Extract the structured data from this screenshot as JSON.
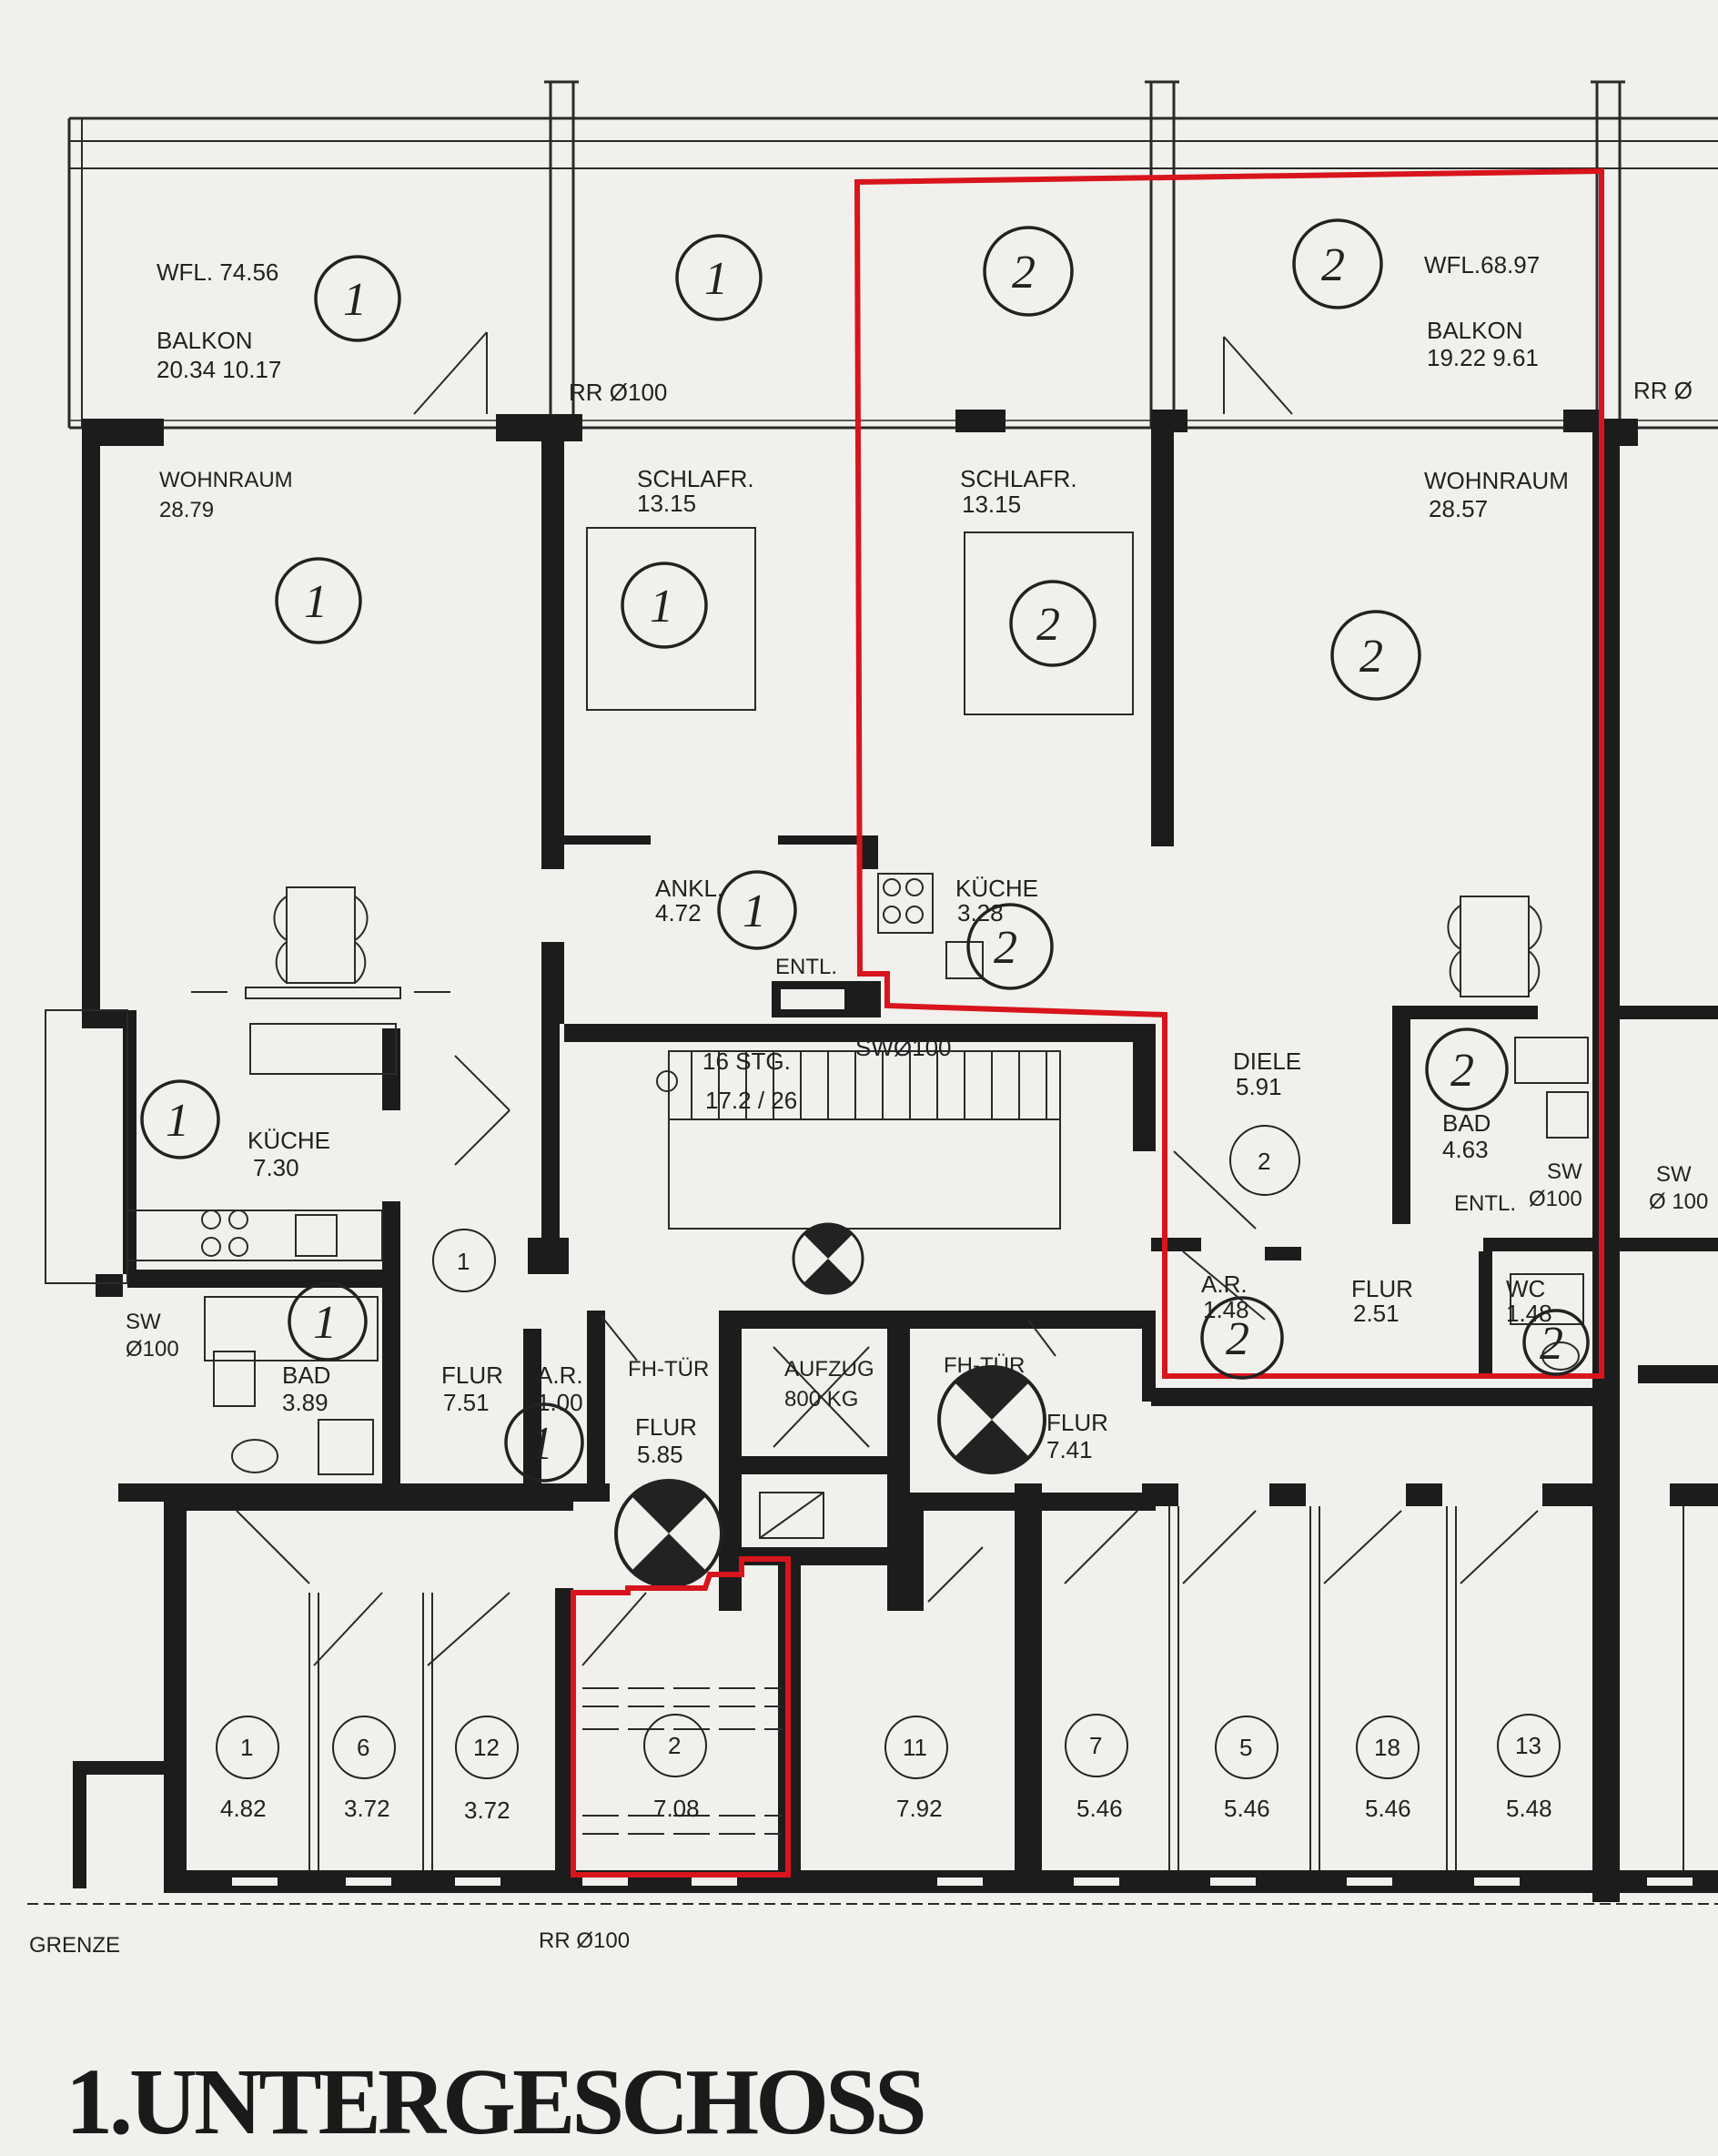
{
  "balcony_left": {
    "wfl": "WFL. 74.56",
    "name": "BALKON",
    "area": "20.34 10.17",
    "unit": "1"
  },
  "balcony_mid": {
    "unit": "1"
  },
  "balcony_r1": {
    "unit": "2"
  },
  "balcony_right": {
    "wfl": "WFL.68.97",
    "name": "BALKON",
    "area": "19.22 9.61",
    "unit": "2"
  },
  "rr_top": "RR Ø100",
  "rr_top_right": "RR Ø",
  "apt1": {
    "wohnraum": {
      "name": "WOHNRAUM",
      "area": "28.79",
      "unit": "1"
    },
    "schlafr": {
      "name": "SCHLAFR.",
      "area": "13.15",
      "unit": "1"
    },
    "ankl": {
      "name": "ANKL.",
      "area": "4.72",
      "unit": "1"
    },
    "entl": "ENTL.",
    "kueche": {
      "name": "KÜCHE",
      "area": "7.30",
      "unit": "1"
    },
    "sw": {
      "name": "SW",
      "dia": "Ø100"
    },
    "bad": {
      "name": "BAD",
      "area": "3.89",
      "unit": "1"
    },
    "flur": {
      "name": "FLUR",
      "area": "7.51",
      "unit": "1"
    },
    "ar": {
      "name": "A.R.",
      "area": "1.00",
      "unit": "1"
    }
  },
  "apt2": {
    "schlafr": {
      "name": "SCHLAFR.",
      "area": "13.15",
      "unit": "2"
    },
    "wohnraum": {
      "name": "WOHNRAUM",
      "area": "28.57",
      "unit": "2"
    },
    "kueche": {
      "name": "KÜCHE",
      "area": "3.28",
      "unit": "2"
    },
    "diele": {
      "name": "DIELE",
      "area": "5.91",
      "unit": "2"
    },
    "bad": {
      "name": "BAD",
      "area": "4.63",
      "unit": "2"
    },
    "sw": {
      "name": "SW",
      "dia": "Ø100"
    },
    "entl": "ENTL.",
    "ar": {
      "name": "A.R.",
      "area": "1.48",
      "unit": "2"
    },
    "flur": {
      "name": "FLUR",
      "area": "2.51"
    },
    "wc": {
      "name": "WC",
      "area": "1.48",
      "unit": "2"
    }
  },
  "stair": {
    "steps": "16 STG.",
    "size": "17.2 / 26",
    "sw": "SWØ100"
  },
  "core": {
    "fh_tuer_left": "FH-TÜR",
    "aufzug": "AUFZUG",
    "aufzug_load": "800 KG",
    "fh_tuer_right": "FH-TÜR",
    "flur_left": {
      "name": "FLUR",
      "area": "5.85"
    },
    "flur_right": {
      "name": "FLUR",
      "area": "7.41"
    }
  },
  "right_edge": {
    "sw": "SW",
    "dia": "Ø 100"
  },
  "cellars": [
    {
      "no": "1",
      "area": "4.82"
    },
    {
      "no": "6",
      "area": "3.72"
    },
    {
      "no": "12",
      "area": "3.72"
    },
    {
      "no": "2",
      "area": "7.08"
    },
    {
      "no": "11",
      "area": "7.92"
    },
    {
      "no": "7",
      "area": "5.46"
    },
    {
      "no": "5",
      "area": "5.46"
    },
    {
      "no": "18",
      "area": "5.46"
    },
    {
      "no": "13",
      "area": "5.48"
    }
  ],
  "grenze": "GRENZE",
  "rr_bottom": "RR Ø100",
  "title": "1.UNTERGESCHOSS",
  "colors": {
    "highlight": "#d8141c",
    "ink": "#1c1c1c",
    "paper": "#f1f0ec"
  }
}
